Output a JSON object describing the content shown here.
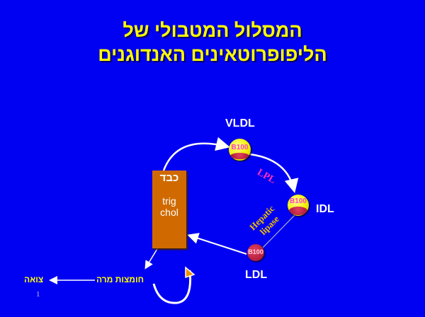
{
  "title": {
    "line1": "המסלול המטבולי של",
    "line2": "הליפופרוטאינים האנדוגנים"
  },
  "liver": {
    "label": "כבד",
    "line1": "trig",
    "line2": "chol"
  },
  "particles": {
    "vldl": "VLDL",
    "idl": "IDL",
    "ldl": "LDL",
    "apo": "B100"
  },
  "enzymes": {
    "lpl": "LPL",
    "hepatic": "Hepatic",
    "lipase": "lipase"
  },
  "bile_acids": "חומצות מרה",
  "feces": "צואה",
  "slide_number": "1",
  "colors": {
    "background": "#0000f2",
    "title": "#ffff00",
    "liver": "#d06a00"
  }
}
